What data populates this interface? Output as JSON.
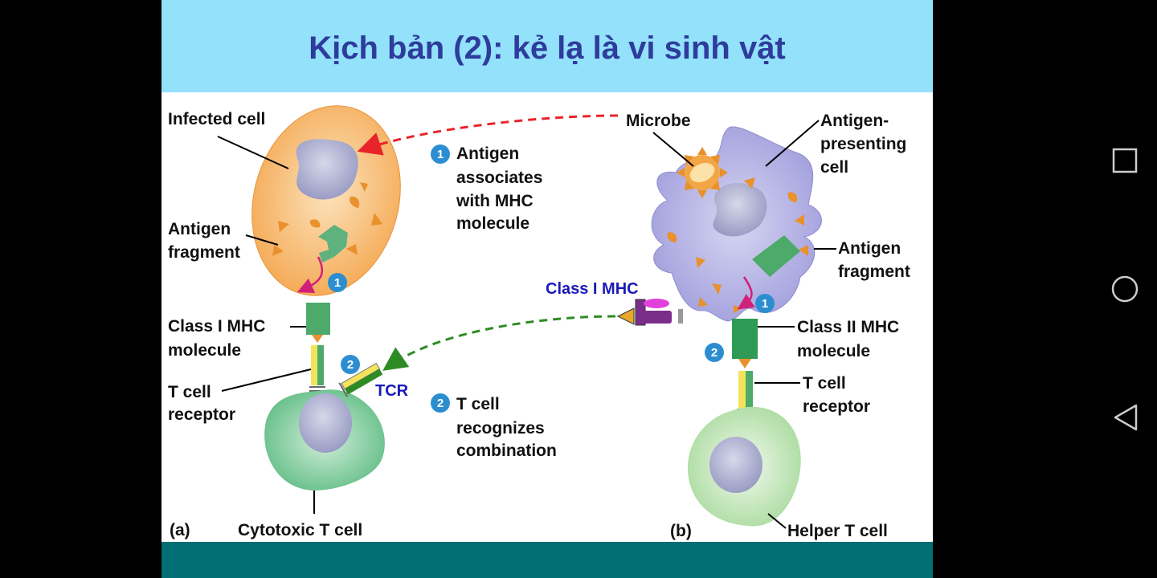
{
  "slide": {
    "title": "Kịch bản (2): kẻ lạ là vi sinh vật"
  },
  "diagram": {
    "panel_a": {
      "infected_cell": "Infected cell",
      "antigen_fragment": [
        "Antigen",
        "fragment"
      ],
      "class1_mhc": [
        "Class I MHC",
        "molecule"
      ],
      "t_cell_receptor": [
        "T cell",
        "receptor"
      ],
      "cell_name": "Cytotoxic T cell",
      "panel_letter": "(a)"
    },
    "panel_b": {
      "microbe": "Microbe",
      "apc": [
        "Antigen-",
        "presenting",
        "cell"
      ],
      "antigen_fragment": [
        "Antigen",
        "fragment"
      ],
      "class2_mhc": [
        "Class II MHC",
        "molecule"
      ],
      "t_cell_receptor": [
        "T cell",
        "receptor"
      ],
      "cell_name": "Helper T cell",
      "panel_letter": "(b)"
    },
    "steps": {
      "step1_num": "1",
      "step1_text": [
        "Antigen",
        "associates",
        "with MHC",
        "molecule"
      ],
      "step2_num": "2",
      "step2_text": [
        "T cell",
        "recognizes",
        "combination"
      ]
    },
    "overlay": {
      "class1_mhc": "Class I MHC",
      "tcr": "TCR"
    }
  },
  "colors": {
    "title_bar": "#93E1FB",
    "title_text": "#2E3C9C",
    "footer_bar": "#006E72",
    "infected_cell": "#F8B870",
    "apc": "#B7B6E8",
    "cytotoxic_cell": "#7ECB9C",
    "helper_cell": "#BFE5B5",
    "mhc_green": "#4DAA6B",
    "antigen_orange": "#E8912D",
    "step_badge": "#2C8ED0",
    "arrow_red": "#E8242A",
    "arrow_green": "#2E8B24",
    "overlay_blue": "#1A1AB8"
  },
  "nav_icons": [
    "recent-apps-icon",
    "home-icon",
    "back-icon"
  ]
}
